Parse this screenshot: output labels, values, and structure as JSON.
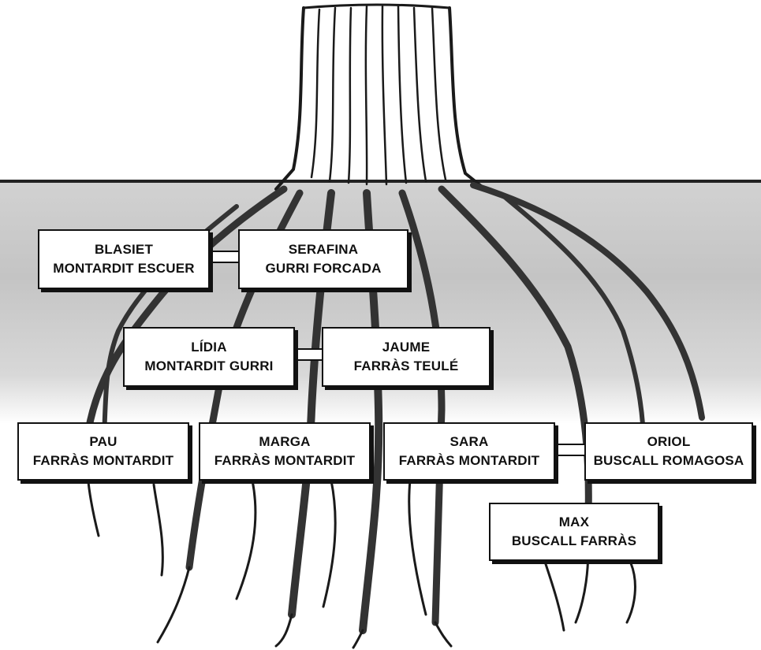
{
  "people": {
    "blasiet": {
      "first": "BLASIET",
      "last": "MONTARDIT  ESCUER"
    },
    "serafina": {
      "first": "SERAFINA",
      "last": "GURRI  FORCADA"
    },
    "lidia": {
      "first": "LÍDIA",
      "last": "MONTARDIT GURRI"
    },
    "jaume": {
      "first": "JAUME",
      "last": "FARRÀS TEULÉ"
    },
    "pau": {
      "first": "PAU",
      "last": "FARRÀS MONTARDIT"
    },
    "marga": {
      "first": "MARGA",
      "last": "FARRÀS MONTARDIT"
    },
    "sara": {
      "first": "SARA",
      "last": "FARRÀS MONTARDIT"
    },
    "oriol": {
      "first": "ORIOL",
      "last": "BUSCALL ROMAGOSA"
    },
    "max": {
      "first": "MAX",
      "last": "BUSCALL FARRÀS"
    }
  },
  "couples": [
    [
      "blasiet",
      "serafina"
    ],
    [
      "lidia",
      "jaume"
    ],
    [
      "sara",
      "oriol"
    ]
  ],
  "illustration": "tree-trunk-with-roots",
  "colors": {
    "ink": "#111111",
    "soil": "#c8c8c8",
    "paper": "#ffffff"
  }
}
